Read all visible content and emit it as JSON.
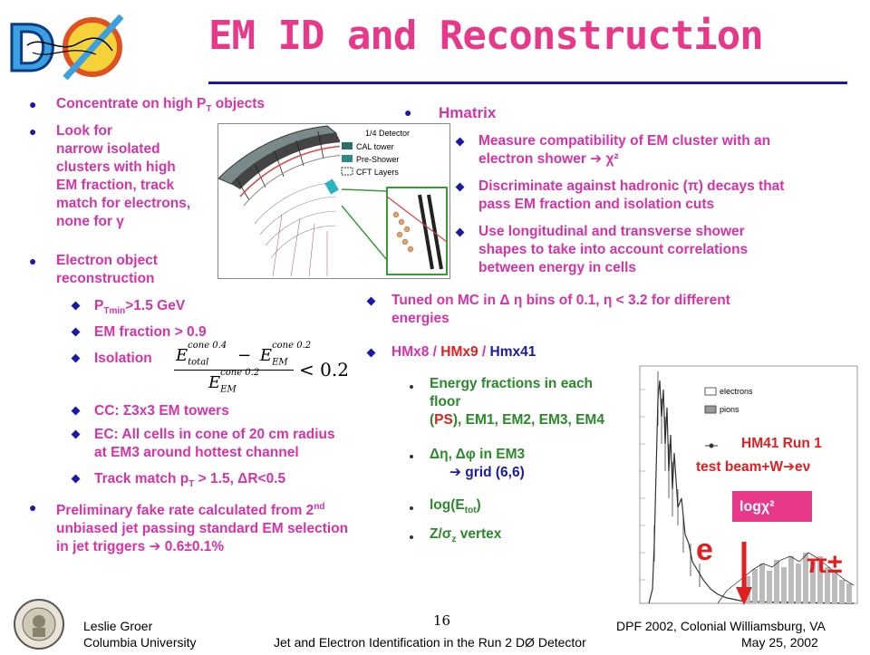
{
  "title": "EM ID and Reconstruction",
  "logo": {
    "letters": "DØ"
  },
  "left": {
    "b1": "Concentrate on high P",
    "b1_sub": "T",
    "b1_end": " objects",
    "b2_lines": [
      "Look for",
      "narrow isolated",
      "clusters with high",
      "EM fraction, track",
      "match for electrons,",
      "none for γ"
    ],
    "b3_lines": [
      "Electron object",
      "reconstruction"
    ],
    "s1_a": "P",
    "s1_sub": "Tmin",
    "s1_b": ">1.5 GeV",
    "s2": "EM fraction > 0.9",
    "s3": "Isolation",
    "s4": "CC: Σ3x3 EM towers",
    "s5_lines": [
      "EC: All cells in cone of 20 cm radius",
      "at EM3 around hottest channel"
    ],
    "s6": "Track match p",
    "s6_sub": "T",
    "s6_end": " > 1.5, ΔR<0.5",
    "b4_l1a": "Preliminary fake rate calculated from 2",
    "b4_sup": "nd",
    "b4_l2": "unbiased jet passing standard EM selection",
    "b4_l3": "in jet triggers  ➔  0.6±0.1%"
  },
  "formula": {
    "e_total": "E",
    "total_sub": "total",
    "cone04": "cone 0.4",
    "minus": "−",
    "e_em": "E",
    "em_sub": "EM",
    "cone02": "cone 0.2",
    "lt": "< 0.2"
  },
  "detector": {
    "label": "1/4 Detector",
    "legend": [
      "CAL tower",
      "Pre-Shower",
      "CFT Layers"
    ]
  },
  "right": {
    "h": "Hmatrix",
    "h1_lines": [
      "Measure compatibility of EM cluster with an",
      "electron shower  ➔  χ²"
    ],
    "h2_lines": [
      "Discriminate against hadronic (π) decays that",
      "pass EM fraction and isolation cuts"
    ],
    "h3_lines": [
      "Use longitudinal and transverse shower",
      "shapes to take into account correlations",
      "between energy in cells"
    ],
    "t1_lines": [
      "Tuned on MC in  Δ η  bins of 0.1,  η < 3.2 for different",
      "energies"
    ],
    "hm_a": "HMx8 / ",
    "hm_b": "HMx9",
    "hm_c": " / ",
    "hm_d": "Hmx41",
    "e1_lines": [
      "Energy fractions in each",
      "floor"
    ],
    "e1_c": "(",
    "e1_ps": "PS",
    "e1_rest": "), EM1, EM2, EM3, EM4",
    "e2_a": "Δη, Δφ in EM3",
    "e2_b": "➔  grid (6,6)",
    "e3_a": "log(E",
    "e3_sub": "tot",
    "e3_b": ")",
    "e4_a": "Z/σ",
    "e4_sub": "z",
    "e4_b": " vertex"
  },
  "plot": {
    "legend": [
      "electrons",
      "pions"
    ],
    "hm41_l1": "HM41 Run 1",
    "hm41_l2": "test beam+W➔eν",
    "xlabel": "logχ²",
    "e_label": "e",
    "pi_label": "π±"
  },
  "footer": {
    "name": "Leslie Groer",
    "univ": "Columbia University",
    "page": "16",
    "conf": "DPF 2002, Colonial Williamsburg, VA",
    "talk": "Jet and Electron Identification in the Run 2 DØ Detector",
    "date": "May 25, 2002"
  },
  "colors": {
    "title": "#e8388a",
    "bullet": "#1a1aa8",
    "magenta": "#d633a8",
    "green": "#2a8a2a"
  }
}
